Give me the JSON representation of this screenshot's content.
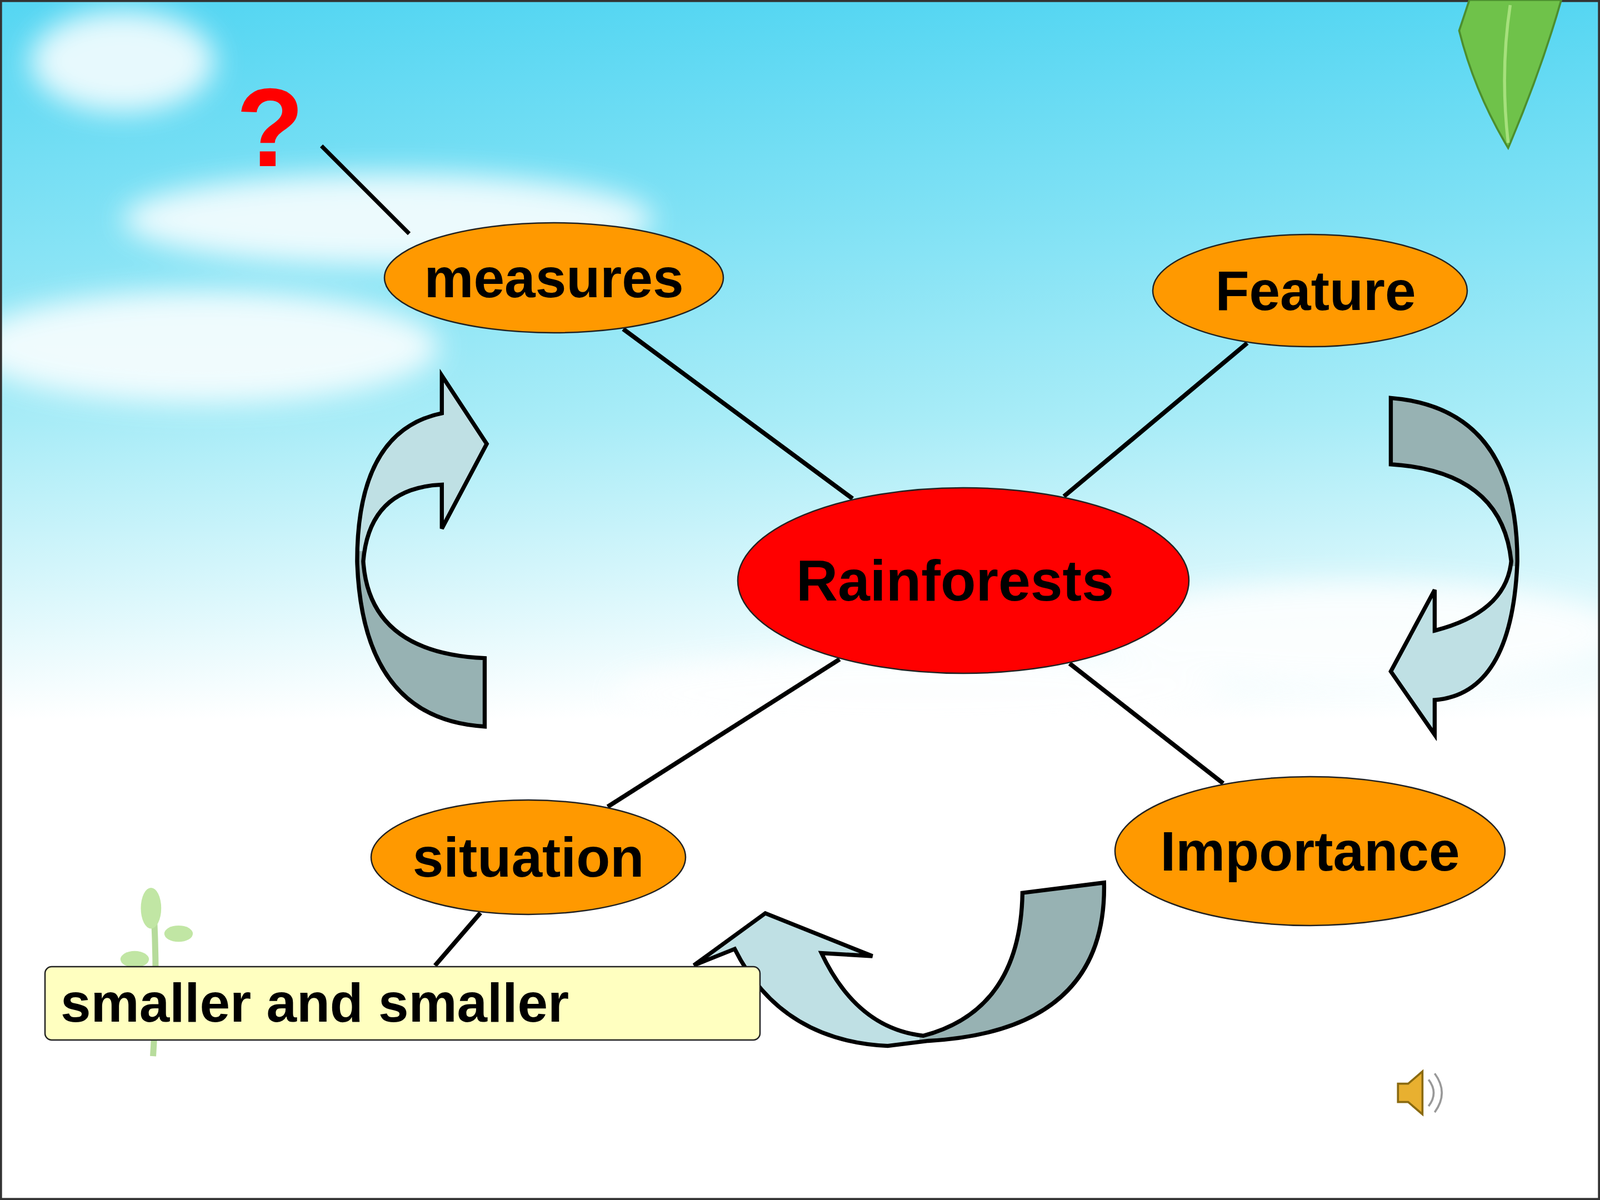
{
  "diagram": {
    "nodes": [
      {
        "text": [
          "measures"
        ]
      },
      {
        "text": [
          "Feature"
        ]
      },
      {
        "text": [
          "Rainforests"
        ]
      },
      {
        "text": [
          "situation"
        ]
      },
      {
        "text": [
          "Importance"
        ]
      },
      {
        "text": [
          "smaller and smaller"
        ]
      }
    ],
    "edges": [
      {
        "from": 2,
        "to": 0,
        "arrow": "none"
      },
      {
        "from": 2,
        "to": 1,
        "arrow": "none"
      },
      {
        "from": 2,
        "to": 3,
        "arrow": "none"
      },
      {
        "from": 2,
        "to": 4,
        "arrow": "none"
      },
      {
        "from": 3,
        "to": 5,
        "arrow": "none"
      }
    ],
    "labels": [
      "?"
    ]
  }
}
